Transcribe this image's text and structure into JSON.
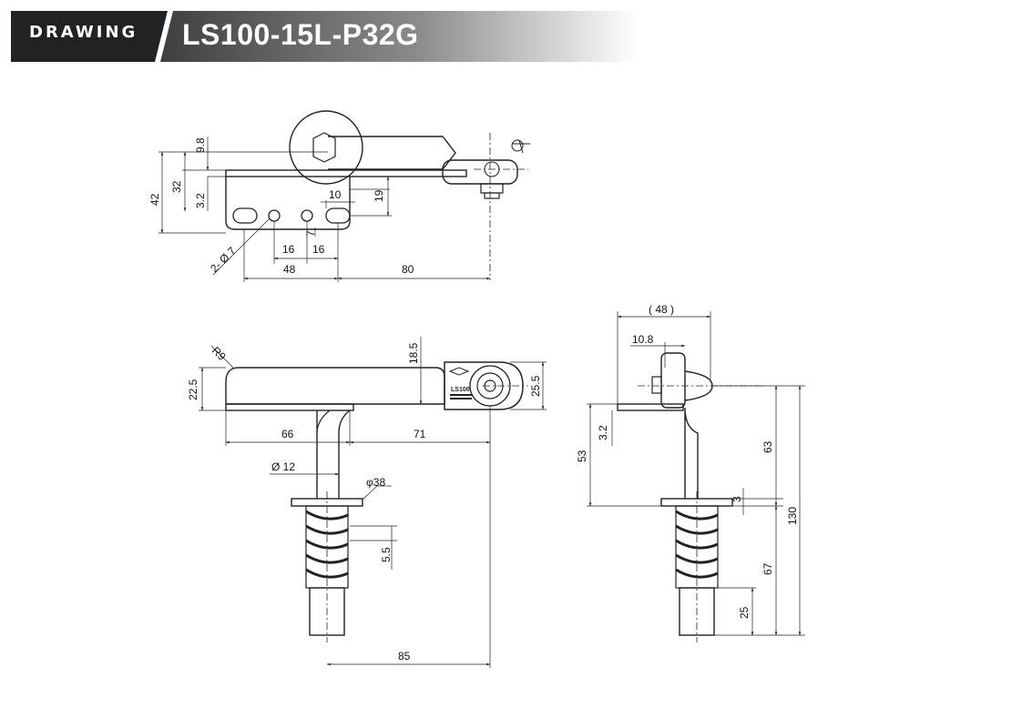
{
  "header": {
    "tag": "DRAWING",
    "model": "LS100-15L-P32G"
  },
  "drawing": {
    "top_view": {
      "dims": {
        "d_9_8": "9.8",
        "d_32": "32",
        "d_42": "42",
        "d_3_2": "3.2",
        "d_10": "10",
        "d_19": "19",
        "d_7": "7",
        "d_16a": "16",
        "d_16b": "16",
        "d_2phi7": "2- Ø 7",
        "d_48": "48",
        "d_80": "80"
      }
    },
    "front_view": {
      "dims": {
        "d_r9": "R9",
        "d_18_5": "18.5",
        "d_22_5": "22.5",
        "d_25_5": "25.5",
        "d_66": "66",
        "d_71": "71",
        "d_phi12": "Ø 12",
        "d_phi38": "φ38",
        "d_5_5": "5.5",
        "d_85": "85"
      },
      "logo_text": "LS100"
    },
    "side_view": {
      "dims": {
        "d_48p": "( 48 )",
        "d_10_8": "10.8",
        "d_3_2": "3.2",
        "d_53": "53",
        "d_63": "63",
        "d_3": "3",
        "d_130": "130",
        "d_67": "67",
        "d_25": "25"
      }
    }
  }
}
